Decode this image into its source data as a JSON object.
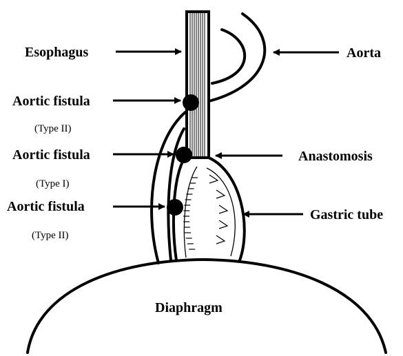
{
  "labels": {
    "esophagus": "Esophagus",
    "aorta": "Aorta",
    "aortic_fistula_1": "Aortic fistula",
    "type_1": "(Type II)",
    "aortic_fistula_2": "Aortic fistula",
    "type_2": "(Type I)",
    "aortic_fistula_3": "Aortic fistula",
    "type_3": "(Type II)",
    "anastomosis": "Anastomosis",
    "gastric_tube": "Gastric tube",
    "diaphragm": "Diaphragm"
  },
  "colors": {
    "line": "#000000",
    "background": "#ffffff"
  }
}
